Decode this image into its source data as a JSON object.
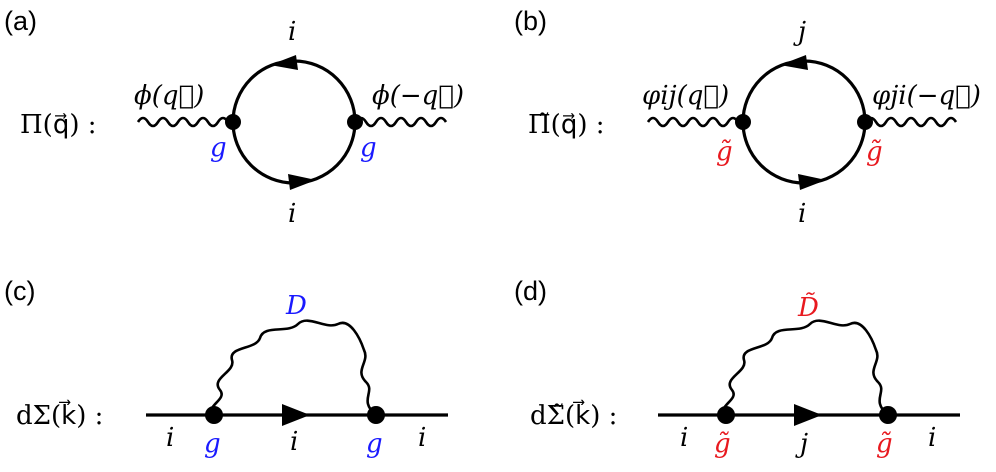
{
  "panels": {
    "a": {
      "label": "(a)",
      "lhs": "Π(q⃗) :",
      "left_field": "ϕ(q⃗)",
      "right_field": "ϕ(−q⃗)",
      "top_index": "i",
      "bottom_index": "i",
      "left_coupling": "g",
      "right_coupling": "g",
      "coupling_color": "#1a1aff"
    },
    "b": {
      "label": "(b)",
      "lhs": "Π̃(q⃗) :",
      "left_field": "φij(q⃗)",
      "right_field": "φji(−q⃗)",
      "top_index": "j",
      "bottom_index": "i",
      "left_coupling": "g̃",
      "right_coupling": "g̃",
      "coupling_color": "#e8191f"
    },
    "c": {
      "label": "(c)",
      "lhs": "dΣ(k⃗) :",
      "propagator": "D",
      "left_index": "i",
      "middle_index": "i",
      "right_index": "i",
      "left_coupling": "g",
      "right_coupling": "g",
      "coupling_color": "#1a1aff"
    },
    "d": {
      "label": "(d)",
      "lhs": "dΣ̃(k⃗) :",
      "propagator": "D̃",
      "left_index": "i",
      "middle_index": "j",
      "right_index": "i",
      "left_coupling": "g̃",
      "right_coupling": "g̃",
      "coupling_color": "#e8191f"
    }
  }
}
